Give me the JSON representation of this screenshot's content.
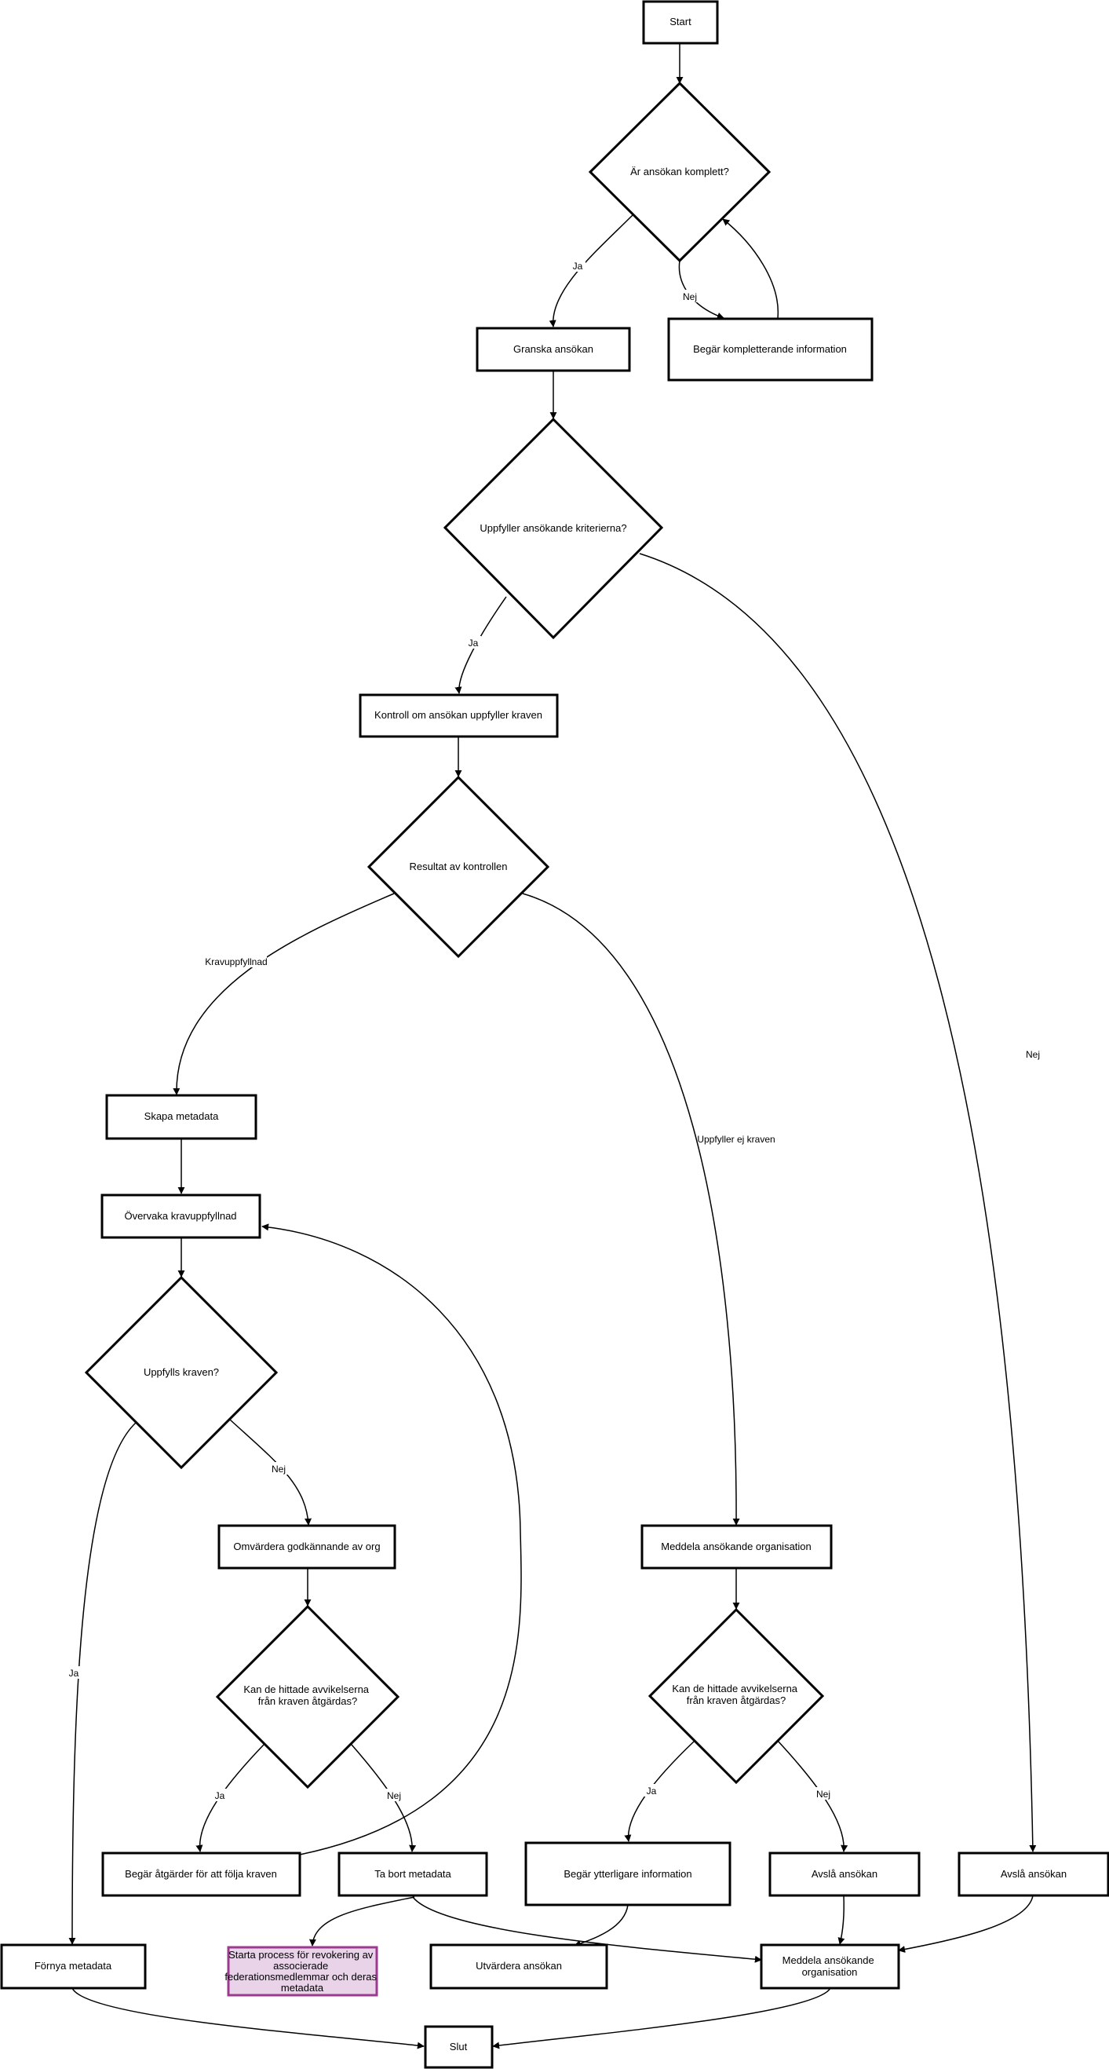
{
  "diagram": {
    "nodes": {
      "start": "Start",
      "complete_q": "Är ansökan komplett?",
      "review": "Granska ansökan",
      "request_info": "Begär kompletterande information",
      "criteria_q": "Uppfyller ansökande kriterierna?",
      "control": "Kontroll om ansökan uppfyller kraven",
      "result_q": "Resultat av kontrollen",
      "create_meta": "Skapa metadata",
      "monitor": "Övervaka kravuppfyllnad",
      "fulfilled_q": "Uppfylls kraven?",
      "reassess": "Omvärdera godkännande av org",
      "fix_q_left": [
        "Kan de hittade avvikelserna",
        "från kraven åtgärdas?"
      ],
      "request_actions": "Begär åtgärder för att följa kraven",
      "remove_meta": "Ta bort metadata",
      "renew_meta": "Förnya metadata",
      "revoke": [
        "Starta process för revokering av",
        "associerade",
        "federationsmedlemmar och deras",
        "metadata"
      ],
      "evaluate": "Utvärdera ansökan",
      "notify_org": "Meddela ansökande organisation",
      "fix_q_right": [
        "Kan de hittade avvikelserna",
        "från kraven åtgärdas?"
      ],
      "request_more": "Begär ytterligare information",
      "reject_mid": "Avslå ansökan",
      "reject_right": "Avslå ansökan",
      "notify_org_bottom": [
        "Meddela ansökande",
        "organisation"
      ],
      "end": "Slut"
    },
    "edge_labels": {
      "complete_yes": "Ja",
      "complete_no": "Nej",
      "criteria_yes": "Ja",
      "criteria_no": "Nej",
      "result_pass": "Kravuppfyllnad",
      "result_fail": "Uppfyller ej kraven",
      "fulfilled_yes": "Ja",
      "fulfilled_no": "Nej",
      "fixleft_yes": "Ja",
      "fixleft_no": "Nej",
      "fixright_yes": "Ja",
      "fixright_no": "Nej"
    },
    "colors": {
      "stroke": "#000000",
      "highlight_fill": "#e8d3e8",
      "highlight_stroke": "#9c3a8f"
    }
  }
}
